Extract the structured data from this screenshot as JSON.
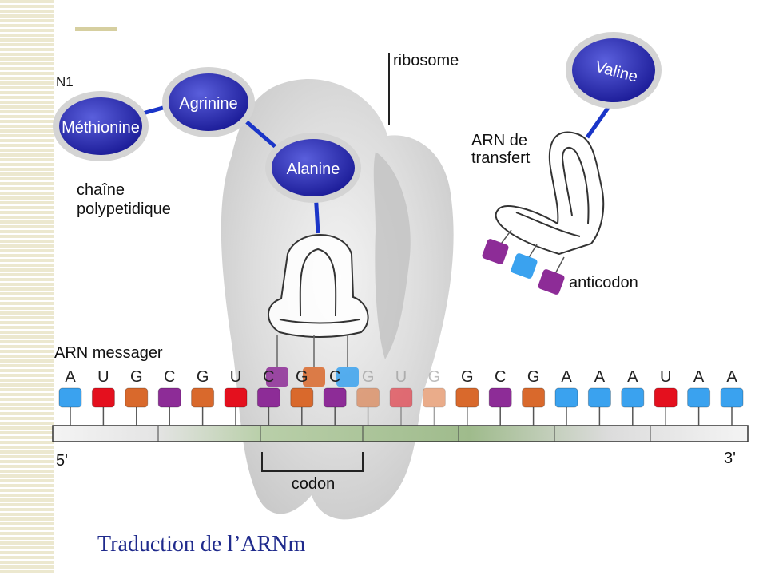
{
  "diagram": {
    "labels": {
      "n_terminal": "N1",
      "ribosome": "ribosome",
      "trna_line1": "ARN de",
      "trna_line2": "transfert",
      "chain_line1": "chaîne",
      "chain_line2": "polypetidique",
      "anticodon": "anticodon",
      "mrna": "ARN messager",
      "five_prime": "5'",
      "three_prime": "3'",
      "codon": "codon"
    },
    "amino_acids": [
      {
        "name": "Méthionine"
      },
      {
        "name": "Agrinine"
      },
      {
        "name": "Alanine"
      },
      {
        "name": "Valine"
      }
    ],
    "mrna_bases": [
      "A",
      "U",
      "G",
      "C",
      "G",
      "U",
      "C",
      "G",
      "C",
      "G",
      "U",
      "G",
      "G",
      "C",
      "G",
      "A",
      "A",
      "A",
      "U",
      "A",
      "A"
    ],
    "base_colors": {
      "A": "#3aa2ef",
      "U": "#e4101e",
      "G": "#d9692c",
      "C": "#8d2c97"
    }
  },
  "caption": "Traduction de l’ARNm"
}
